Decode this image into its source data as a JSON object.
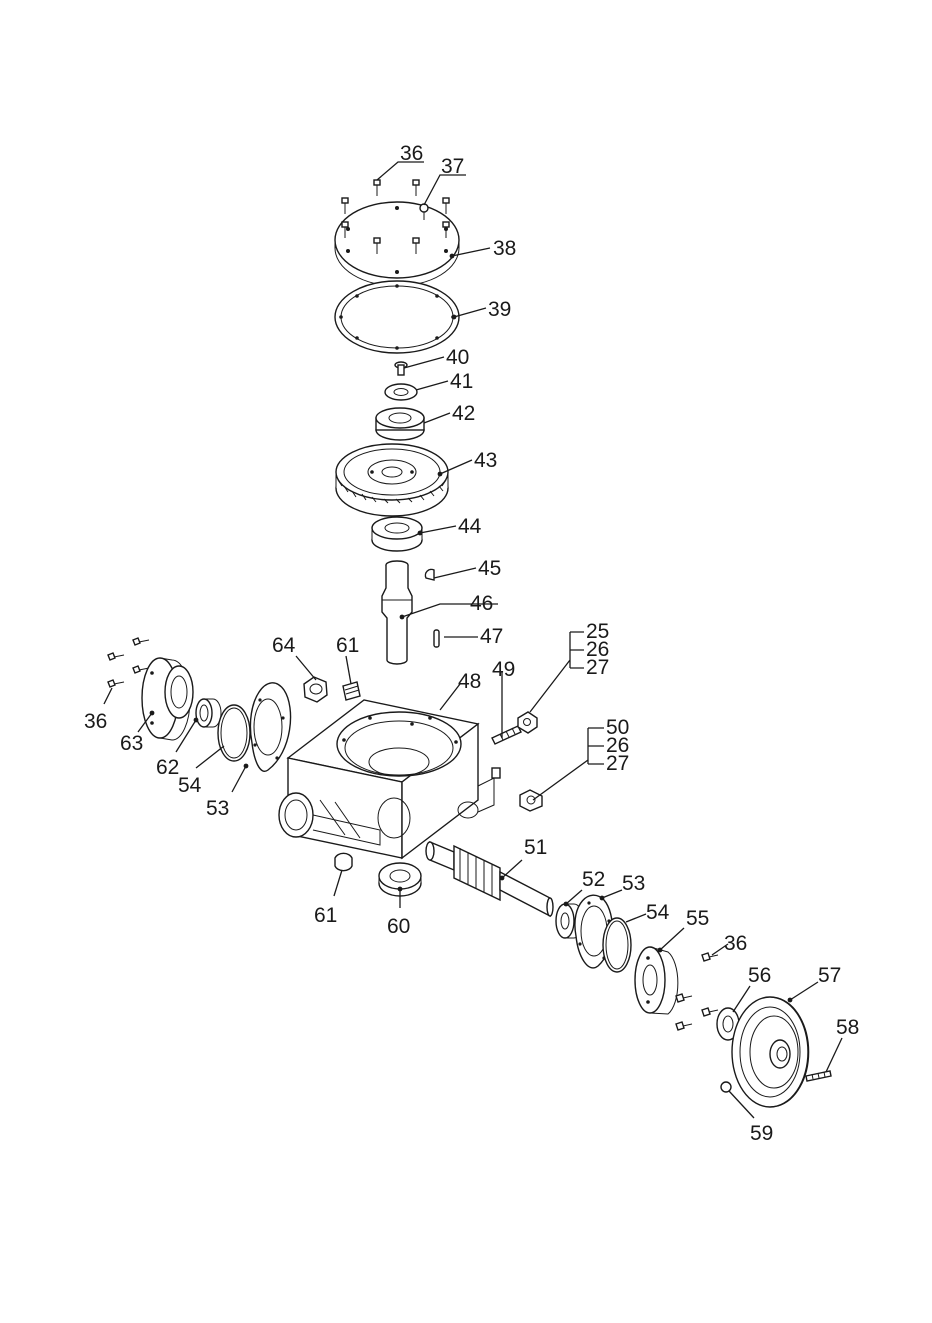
{
  "diagram": {
    "labels": {
      "p36a": "36",
      "p37": "37",
      "p38": "38",
      "p39": "39",
      "p40": "40",
      "p41": "41",
      "p42": "42",
      "p43": "43",
      "p44": "44",
      "p45": "45",
      "p46": "46",
      "p47": "47",
      "p48": "48",
      "p49": "49",
      "p25": "25",
      "p26a": "26",
      "p27a": "27",
      "p50": "50",
      "p26b": "26",
      "p27b": "27",
      "p64": "64",
      "p61a": "61",
      "p36b": "36",
      "p63": "63",
      "p62": "62",
      "p54a": "54",
      "p53a": "53",
      "p61b": "61",
      "p60": "60",
      "p51": "51",
      "p52": "52",
      "p53b": "53",
      "p54b": "54",
      "p55": "55",
      "p36c": "36",
      "p56": "56",
      "p57": "57",
      "p58": "58",
      "p59": "59"
    }
  }
}
